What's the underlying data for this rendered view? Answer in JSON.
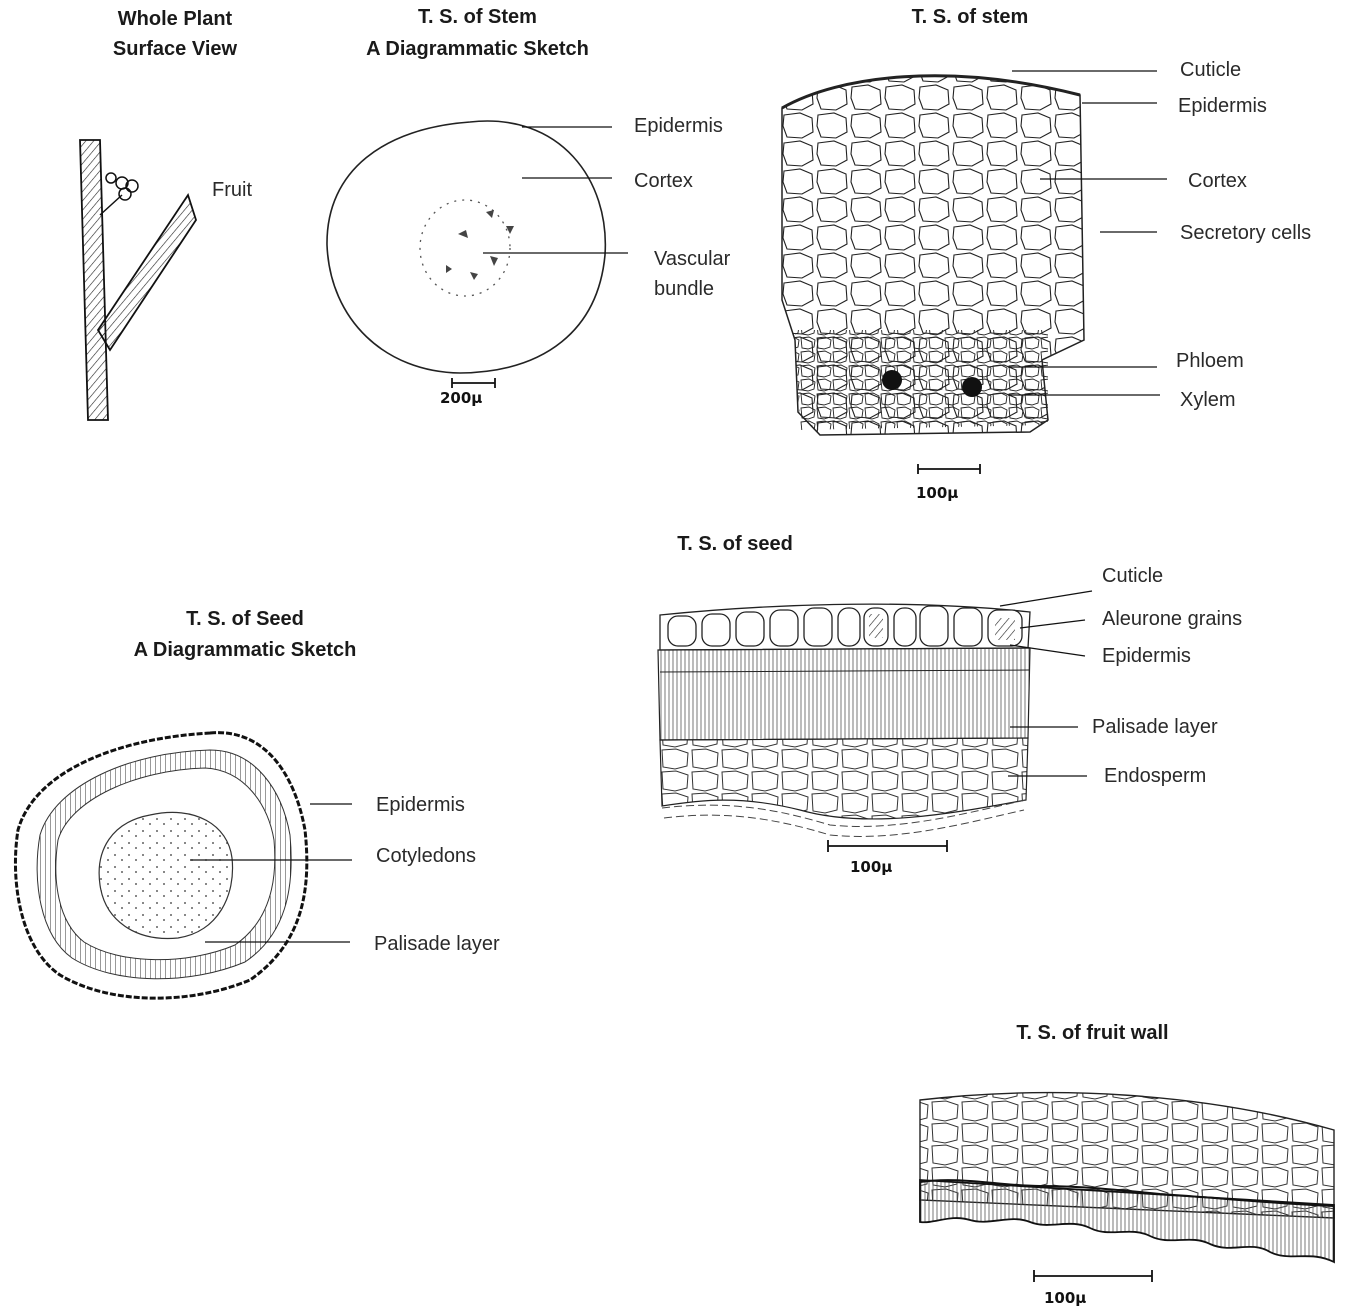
{
  "panels": {
    "whole_plant": {
      "title_line1": "Whole Plant",
      "title_line2": "Surface View",
      "labels": {
        "fruit": "Fruit"
      }
    },
    "stem_sketch": {
      "title_line1": "T. S. of Stem",
      "title_line2": "A Diagrammatic Sketch",
      "labels": {
        "epidermis": "Epidermis",
        "cortex": "Cortex",
        "vascular_line1": "Vascular",
        "vascular_line2": "bundle"
      },
      "scale": "200µ"
    },
    "stem_detail": {
      "title": "T. S. of stem",
      "labels": {
        "cuticle": "Cuticle",
        "epidermis": "Epidermis",
        "cortex": "Cortex",
        "secretory": "Secretory cells",
        "phloem": "Phloem",
        "xylem": "Xylem"
      },
      "scale": "100µ"
    },
    "seed_sketch": {
      "title_line1": "T. S. of Seed",
      "title_line2": "A Diagrammatic Sketch",
      "labels": {
        "epidermis": "Epidermis",
        "cotyledons": "Cotyledons",
        "palisade": "Palisade layer"
      }
    },
    "seed_detail": {
      "title": "T. S. of seed",
      "labels": {
        "cuticle": "Cuticle",
        "aleurone": "Aleurone grains",
        "epidermis": "Epidermis",
        "palisade": "Palisade layer",
        "endosperm": "Endosperm"
      },
      "scale": "100µ"
    },
    "fruit_wall": {
      "title": "T. S. of fruit wall",
      "scale": "100µ"
    }
  }
}
